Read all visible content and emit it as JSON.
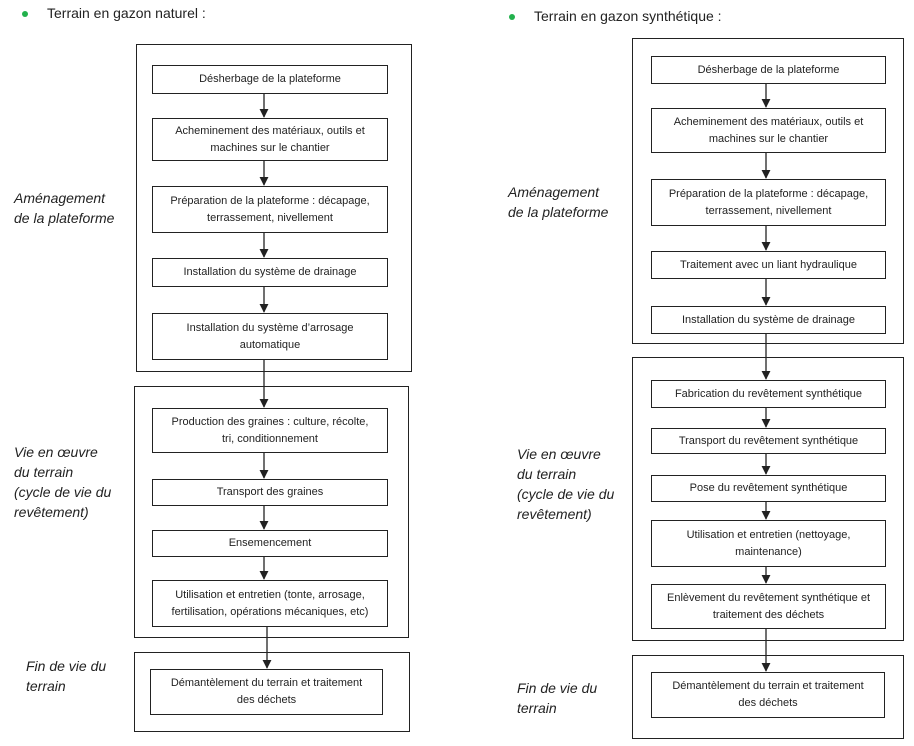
{
  "colors": {
    "bullet": "#22b14c",
    "stroke": "#222222"
  },
  "left": {
    "heading": "Terrain en gazon naturel :",
    "labels": {
      "amenagement": [
        "Aménagement",
        "de la plateforme"
      ],
      "vie": [
        "Vie en œuvre",
        "du terrain",
        "(cycle de vie du",
        "revêtement)"
      ],
      "fin": [
        "Fin de vie du",
        "terrain"
      ]
    },
    "steps": [
      [
        "Désherbage de la plateforme"
      ],
      [
        "Acheminement des matériaux, outils et",
        "machines sur le chantier"
      ],
      [
        "Préparation de la plateforme : décapage,",
        "terrassement, nivellement"
      ],
      [
        "Installation du système de drainage"
      ],
      [
        "Installation du système d’arrosage",
        "automatique"
      ],
      [
        "Production des graines : culture, récolte,",
        "tri, conditionnement"
      ],
      [
        "Transport des graines"
      ],
      [
        "Ensemencement"
      ],
      [
        "Utilisation et entretien (tonte, arrosage,",
        "fertilisation, opérations mécaniques, etc)"
      ],
      [
        "Démantèlement du terrain et traitement",
        "des déchets"
      ]
    ]
  },
  "right": {
    "heading": "Terrain en gazon synthétique :",
    "labels": {
      "amenagement": [
        "Aménagement",
        "de la plateforme"
      ],
      "vie": [
        "Vie en œuvre",
        "du terrain",
        "(cycle de vie du",
        "revêtement)"
      ],
      "fin": [
        "Fin de vie du",
        "terrain"
      ]
    },
    "steps": [
      [
        "Désherbage de la plateforme"
      ],
      [
        "Acheminement des matériaux, outils et",
        "machines sur le chantier"
      ],
      [
        "Préparation de la plateforme : décapage,",
        "terrassement, nivellement"
      ],
      [
        "Traitement avec un liant hydraulique"
      ],
      [
        "Installation du système de drainage"
      ],
      [
        "Fabrication du revêtement synthétique"
      ],
      [
        "Transport du revêtement synthétique"
      ],
      [
        "Pose du revêtement synthétique"
      ],
      [
        "Utilisation et entretien (nettoyage,",
        "maintenance)"
      ],
      [
        "Enlèvement du revêtement synthétique et",
        "traitement des déchets"
      ],
      [
        "Démantèlement du terrain et traitement",
        "des déchets"
      ]
    ]
  }
}
